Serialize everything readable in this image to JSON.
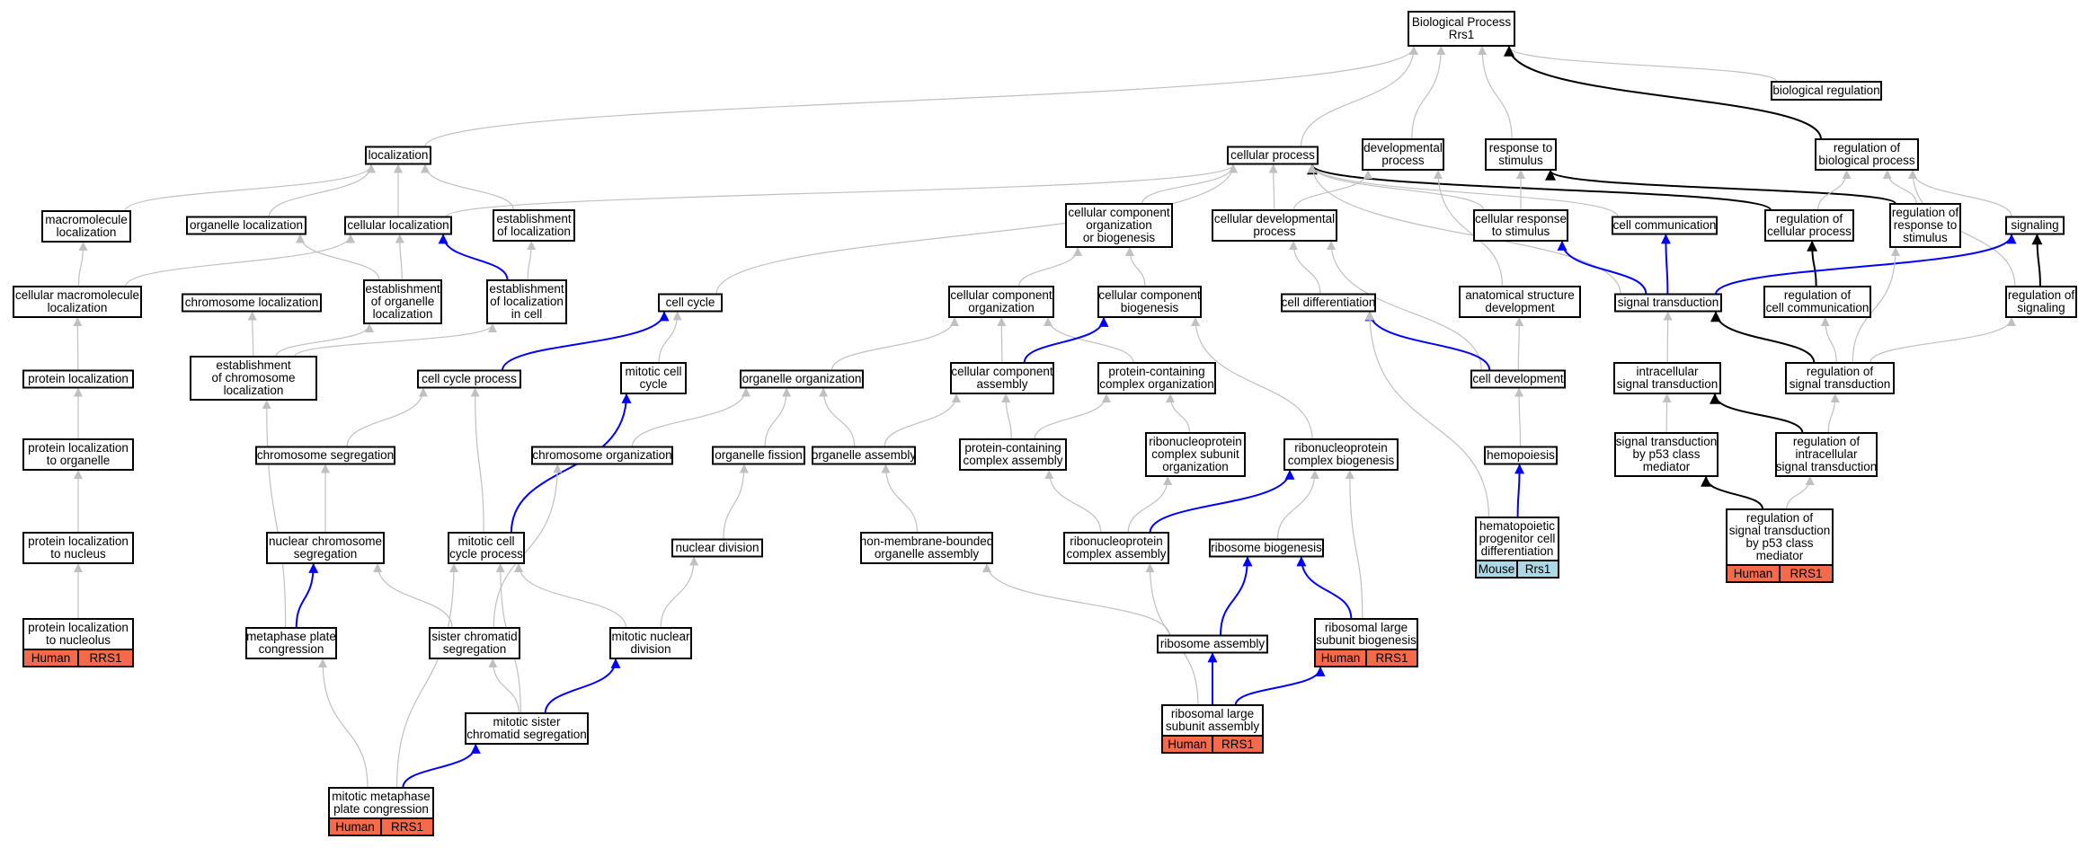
{
  "colors": {
    "edge_gray": "#c0c0c0",
    "edge_blue": "#0000ff",
    "edge_black": "#000000",
    "human_tag": "#f56a4a",
    "mouse_tag": "#add8e6"
  },
  "nodes": [
    {
      "id": "bp",
      "lines": [
        "Biological Process",
        "Rrs1"
      ]
    },
    {
      "id": "loc",
      "lines": [
        "localization"
      ]
    },
    {
      "id": "cp",
      "lines": [
        "cellular process"
      ]
    },
    {
      "id": "dev",
      "lines": [
        "developmental",
        "process"
      ]
    },
    {
      "id": "rts",
      "lines": [
        "response to",
        "stimulus"
      ]
    },
    {
      "id": "breg",
      "lines": [
        "biological regulation"
      ]
    },
    {
      "id": "rbp",
      "lines": [
        "regulation of",
        "biological process"
      ]
    },
    {
      "id": "mml",
      "lines": [
        "macromolecule",
        "localization"
      ]
    },
    {
      "id": "ol",
      "lines": [
        "organelle localization"
      ]
    },
    {
      "id": "cl",
      "lines": [
        "cellular localization"
      ]
    },
    {
      "id": "eol",
      "lines": [
        "establishment",
        "of localization"
      ]
    },
    {
      "id": "ccob",
      "lines": [
        "cellular component",
        "organization",
        "or biogenesis"
      ]
    },
    {
      "id": "cdp",
      "lines": [
        "cellular developmental",
        "process"
      ]
    },
    {
      "id": "crs",
      "lines": [
        "cellular response",
        "to stimulus"
      ]
    },
    {
      "id": "cc",
      "lines": [
        "cell communication"
      ]
    },
    {
      "id": "rcp",
      "lines": [
        "regulation of",
        "cellular process"
      ]
    },
    {
      "id": "rrs",
      "lines": [
        "regulation of",
        "response to",
        "stimulus"
      ]
    },
    {
      "id": "sig",
      "lines": [
        "signaling"
      ]
    },
    {
      "id": "cml",
      "lines": [
        "cellular macromolecule",
        "localization"
      ]
    },
    {
      "id": "chl",
      "lines": [
        "chromosome localization"
      ]
    },
    {
      "id": "eorgl",
      "lines": [
        "establishment",
        "of organelle",
        "localization"
      ]
    },
    {
      "id": "elc",
      "lines": [
        "establishment",
        "of localization",
        "in cell"
      ]
    },
    {
      "id": "cyc",
      "lines": [
        "cell cycle"
      ]
    },
    {
      "id": "cco",
      "lines": [
        "cellular component",
        "organization"
      ]
    },
    {
      "id": "ccb",
      "lines": [
        "cellular component",
        "biogenesis"
      ]
    },
    {
      "id": "cdiff",
      "lines": [
        "cell differentiation"
      ]
    },
    {
      "id": "asd",
      "lines": [
        "anatomical structure",
        "development"
      ]
    },
    {
      "id": "st",
      "lines": [
        "signal transduction"
      ]
    },
    {
      "id": "rcc",
      "lines": [
        "regulation of",
        "cell communication"
      ]
    },
    {
      "id": "rsig",
      "lines": [
        "regulation of",
        "signaling"
      ]
    },
    {
      "id": "pl",
      "lines": [
        "protein localization"
      ]
    },
    {
      "id": "echl",
      "lines": [
        "establishment",
        "of chromosome",
        "localization"
      ]
    },
    {
      "id": "ccp",
      "lines": [
        "cell cycle process"
      ]
    },
    {
      "id": "mcc",
      "lines": [
        "mitotic cell",
        "cycle"
      ]
    },
    {
      "id": "oo",
      "lines": [
        "organelle organization"
      ]
    },
    {
      "id": "cca",
      "lines": [
        "cellular component",
        "assembly"
      ]
    },
    {
      "id": "pcco",
      "lines": [
        "protein-containing",
        "complex organization"
      ]
    },
    {
      "id": "cdev",
      "lines": [
        "cell development"
      ]
    },
    {
      "id": "ist",
      "lines": [
        "intracellular",
        "signal transduction"
      ]
    },
    {
      "id": "rst",
      "lines": [
        "regulation of",
        "signal transduction"
      ]
    },
    {
      "id": "plo",
      "lines": [
        "protein localization",
        "to organelle"
      ]
    },
    {
      "id": "chs",
      "lines": [
        "chromosome segregation"
      ]
    },
    {
      "id": "cho",
      "lines": [
        "chromosome organization"
      ]
    },
    {
      "id": "of",
      "lines": [
        "organelle fission"
      ]
    },
    {
      "id": "oa",
      "lines": [
        "organelle assembly"
      ]
    },
    {
      "id": "pcca",
      "lines": [
        "protein-containing",
        "complex assembly"
      ]
    },
    {
      "id": "rnpso",
      "lines": [
        "ribonucleoprotein",
        "complex subunit",
        "organization"
      ]
    },
    {
      "id": "rnpb",
      "lines": [
        "ribonucleoprotein",
        "complex biogenesis"
      ]
    },
    {
      "id": "hemo",
      "lines": [
        "hemopoiesis"
      ]
    },
    {
      "id": "stp53",
      "lines": [
        "signal transduction",
        "by p53 class",
        "mediator"
      ]
    },
    {
      "id": "rist",
      "lines": [
        "regulation of",
        "intracellular",
        "signal transduction"
      ]
    },
    {
      "id": "pln",
      "lines": [
        "protein localization",
        "to nucleus"
      ]
    },
    {
      "id": "ncs",
      "lines": [
        "nuclear chromosome",
        "segregation"
      ]
    },
    {
      "id": "mccp",
      "lines": [
        "mitotic cell",
        "cycle process"
      ]
    },
    {
      "id": "nd",
      "lines": [
        "nuclear division"
      ]
    },
    {
      "id": "nmboa",
      "lines": [
        "non-membrane-bounded",
        "organelle assembly"
      ]
    },
    {
      "id": "rnpa",
      "lines": [
        "ribonucleoprotein",
        "complex assembly"
      ]
    },
    {
      "id": "rb",
      "lines": [
        "ribosome biogenesis"
      ]
    },
    {
      "id": "hpcd",
      "lines": [
        "hematopoietic",
        "progenitor cell",
        "differentiation"
      ],
      "tag": [
        "Mouse",
        "Rrs1"
      ],
      "tagcolor": "mouse"
    },
    {
      "id": "rstp53",
      "lines": [
        "regulation of",
        "signal transduction",
        "by p53 class",
        "mediator"
      ],
      "tag": [
        "Human",
        "RRS1"
      ],
      "tagcolor": "human"
    },
    {
      "id": "pln2",
      "lines": [
        "protein localization",
        "to nucleolus"
      ],
      "tag": [
        "Human",
        "RRS1"
      ],
      "tagcolor": "human"
    },
    {
      "id": "mpc",
      "lines": [
        "metaphase plate",
        "congression"
      ]
    },
    {
      "id": "scs",
      "lines": [
        "sister chromatid",
        "segregation"
      ]
    },
    {
      "id": "mnd",
      "lines": [
        "mitotic nuclear",
        "division"
      ]
    },
    {
      "id": "ra",
      "lines": [
        "ribosome assembly"
      ]
    },
    {
      "id": "rlsb",
      "lines": [
        "ribosomal large",
        "subunit biogenesis"
      ],
      "tag": [
        "Human",
        "RRS1"
      ],
      "tagcolor": "human"
    },
    {
      "id": "mscs",
      "lines": [
        "mitotic sister",
        "chromatid segregation"
      ]
    },
    {
      "id": "rlsa",
      "lines": [
        "ribosomal large",
        "subunit assembly"
      ],
      "tag": [
        "Human",
        "RRS1"
      ],
      "tagcolor": "human"
    },
    {
      "id": "mmpc",
      "lines": [
        "mitotic metaphase",
        "plate congression"
      ],
      "tag": [
        "Human",
        "RRS1"
      ],
      "tagcolor": "human"
    }
  ],
  "edges": [
    [
      "loc",
      "bp",
      "gray"
    ],
    [
      "cp",
      "bp",
      "gray"
    ],
    [
      "dev",
      "bp",
      "gray"
    ],
    [
      "rts",
      "bp",
      "gray"
    ],
    [
      "breg",
      "bp",
      "gray"
    ],
    [
      "rbp",
      "bp",
      "black"
    ],
    [
      "mml",
      "loc",
      "gray"
    ],
    [
      "ol",
      "loc",
      "gray"
    ],
    [
      "cl",
      "loc",
      "gray"
    ],
    [
      "eol",
      "loc",
      "gray"
    ],
    [
      "cl",
      "cp",
      "gray"
    ],
    [
      "ccob",
      "cp",
      "gray"
    ],
    [
      "cdp",
      "cp",
      "gray"
    ],
    [
      "crs",
      "cp",
      "gray"
    ],
    [
      "cc",
      "cp",
      "gray"
    ],
    [
      "rcp",
      "cp",
      "black"
    ],
    [
      "cyc",
      "cp",
      "gray"
    ],
    [
      "st",
      "cp",
      "gray"
    ],
    [
      "cdp",
      "dev",
      "gray"
    ],
    [
      "asd",
      "dev",
      "gray"
    ],
    [
      "crs",
      "rts",
      "gray"
    ],
    [
      "rrs",
      "rts",
      "black"
    ],
    [
      "rcp",
      "rbp",
      "gray"
    ],
    [
      "rrs",
      "rbp",
      "gray"
    ],
    [
      "sig",
      "rbp",
      "gray"
    ],
    [
      "rsig",
      "rbp",
      "gray"
    ],
    [
      "cml",
      "mml",
      "gray"
    ],
    [
      "cml",
      "cl",
      "gray"
    ],
    [
      "eorgl",
      "ol",
      "gray"
    ],
    [
      "eorgl",
      "cl",
      "gray"
    ],
    [
      "elc",
      "cl",
      "blue"
    ],
    [
      "elc",
      "eol",
      "gray"
    ],
    [
      "cco",
      "ccob",
      "gray"
    ],
    [
      "ccb",
      "ccob",
      "gray"
    ],
    [
      "cdiff",
      "cdp",
      "gray"
    ],
    [
      "cdev",
      "cdp",
      "gray"
    ],
    [
      "st",
      "crs",
      "blue"
    ],
    [
      "st",
      "cc",
      "blue"
    ],
    [
      "rcc",
      "rcp",
      "black"
    ],
    [
      "st",
      "sig",
      "blue"
    ],
    [
      "rsig",
      "sig",
      "black"
    ],
    [
      "pl",
      "cml",
      "gray"
    ],
    [
      "echl",
      "chl",
      "gray"
    ],
    [
      "echl",
      "eorgl",
      "gray"
    ],
    [
      "echl",
      "elc",
      "gray"
    ],
    [
      "ccp",
      "cyc",
      "blue"
    ],
    [
      "mcc",
      "cyc",
      "gray"
    ],
    [
      "oo",
      "cco",
      "gray"
    ],
    [
      "cca",
      "cco",
      "gray"
    ],
    [
      "pcco",
      "cco",
      "gray"
    ],
    [
      "cca",
      "ccb",
      "blue"
    ],
    [
      "rnpb",
      "ccb",
      "gray"
    ],
    [
      "cdev",
      "cdiff",
      "blue"
    ],
    [
      "hpcd",
      "cdiff",
      "gray"
    ],
    [
      "cdev",
      "asd",
      "gray"
    ],
    [
      "ist",
      "st",
      "gray"
    ],
    [
      "rst",
      "st",
      "black"
    ],
    [
      "rst",
      "rcc",
      "gray"
    ],
    [
      "rst",
      "rsig",
      "gray"
    ],
    [
      "rst",
      "rrs",
      "gray"
    ],
    [
      "plo",
      "pl",
      "gray"
    ],
    [
      "chs",
      "ccp",
      "gray"
    ],
    [
      "mccp",
      "ccp",
      "gray"
    ],
    [
      "mccp",
      "mcc",
      "blue"
    ],
    [
      "cho",
      "oo",
      "gray"
    ],
    [
      "of",
      "oo",
      "gray"
    ],
    [
      "oa",
      "oo",
      "gray"
    ],
    [
      "oa",
      "cca",
      "gray"
    ],
    [
      "pcca",
      "cca",
      "gray"
    ],
    [
      "pcca",
      "pcco",
      "gray"
    ],
    [
      "rnpso",
      "pcco",
      "gray"
    ],
    [
      "hemo",
      "cdev",
      "gray"
    ],
    [
      "stp53",
      "ist",
      "gray"
    ],
    [
      "rist",
      "ist",
      "black"
    ],
    [
      "rist",
      "rst",
      "gray"
    ],
    [
      "pln",
      "plo",
      "gray"
    ],
    [
      "ncs",
      "chs",
      "gray"
    ],
    [
      "nd",
      "of",
      "gray"
    ],
    [
      "nmboa",
      "oa",
      "gray"
    ],
    [
      "rnpa",
      "pcca",
      "gray"
    ],
    [
      "rnpa",
      "rnpso",
      "gray"
    ],
    [
      "rnpa",
      "rnpb",
      "blue"
    ],
    [
      "rb",
      "rnpb",
      "gray"
    ],
    [
      "rlsb",
      "rnpb",
      "gray"
    ],
    [
      "hpcd",
      "hemo",
      "blue"
    ],
    [
      "rstp53",
      "stp53",
      "black"
    ],
    [
      "rstp53",
      "rist",
      "gray"
    ],
    [
      "pln2",
      "pln",
      "gray"
    ],
    [
      "mpc",
      "ncs",
      "blue"
    ],
    [
      "mpc",
      "echl",
      "gray"
    ],
    [
      "scs",
      "ncs",
      "gray"
    ],
    [
      "scs",
      "cho",
      "gray"
    ],
    [
      "mnd",
      "mccp",
      "gray"
    ],
    [
      "mnd",
      "nd",
      "gray"
    ],
    [
      "ra",
      "nmboa",
      "gray"
    ],
    [
      "ra",
      "rb",
      "blue"
    ],
    [
      "rlsb",
      "rb",
      "blue"
    ],
    [
      "mscs",
      "scs",
      "gray"
    ],
    [
      "mscs",
      "mccp",
      "gray"
    ],
    [
      "mscs",
      "mnd",
      "blue"
    ],
    [
      "rlsa",
      "ra",
      "blue"
    ],
    [
      "rlsa",
      "rnpa",
      "gray"
    ],
    [
      "rlsa",
      "rlsb",
      "blue"
    ],
    [
      "mmpc",
      "mpc",
      "gray"
    ],
    [
      "mmpc",
      "mscs",
      "blue"
    ],
    [
      "mmpc",
      "mccp",
      "gray"
    ]
  ]
}
